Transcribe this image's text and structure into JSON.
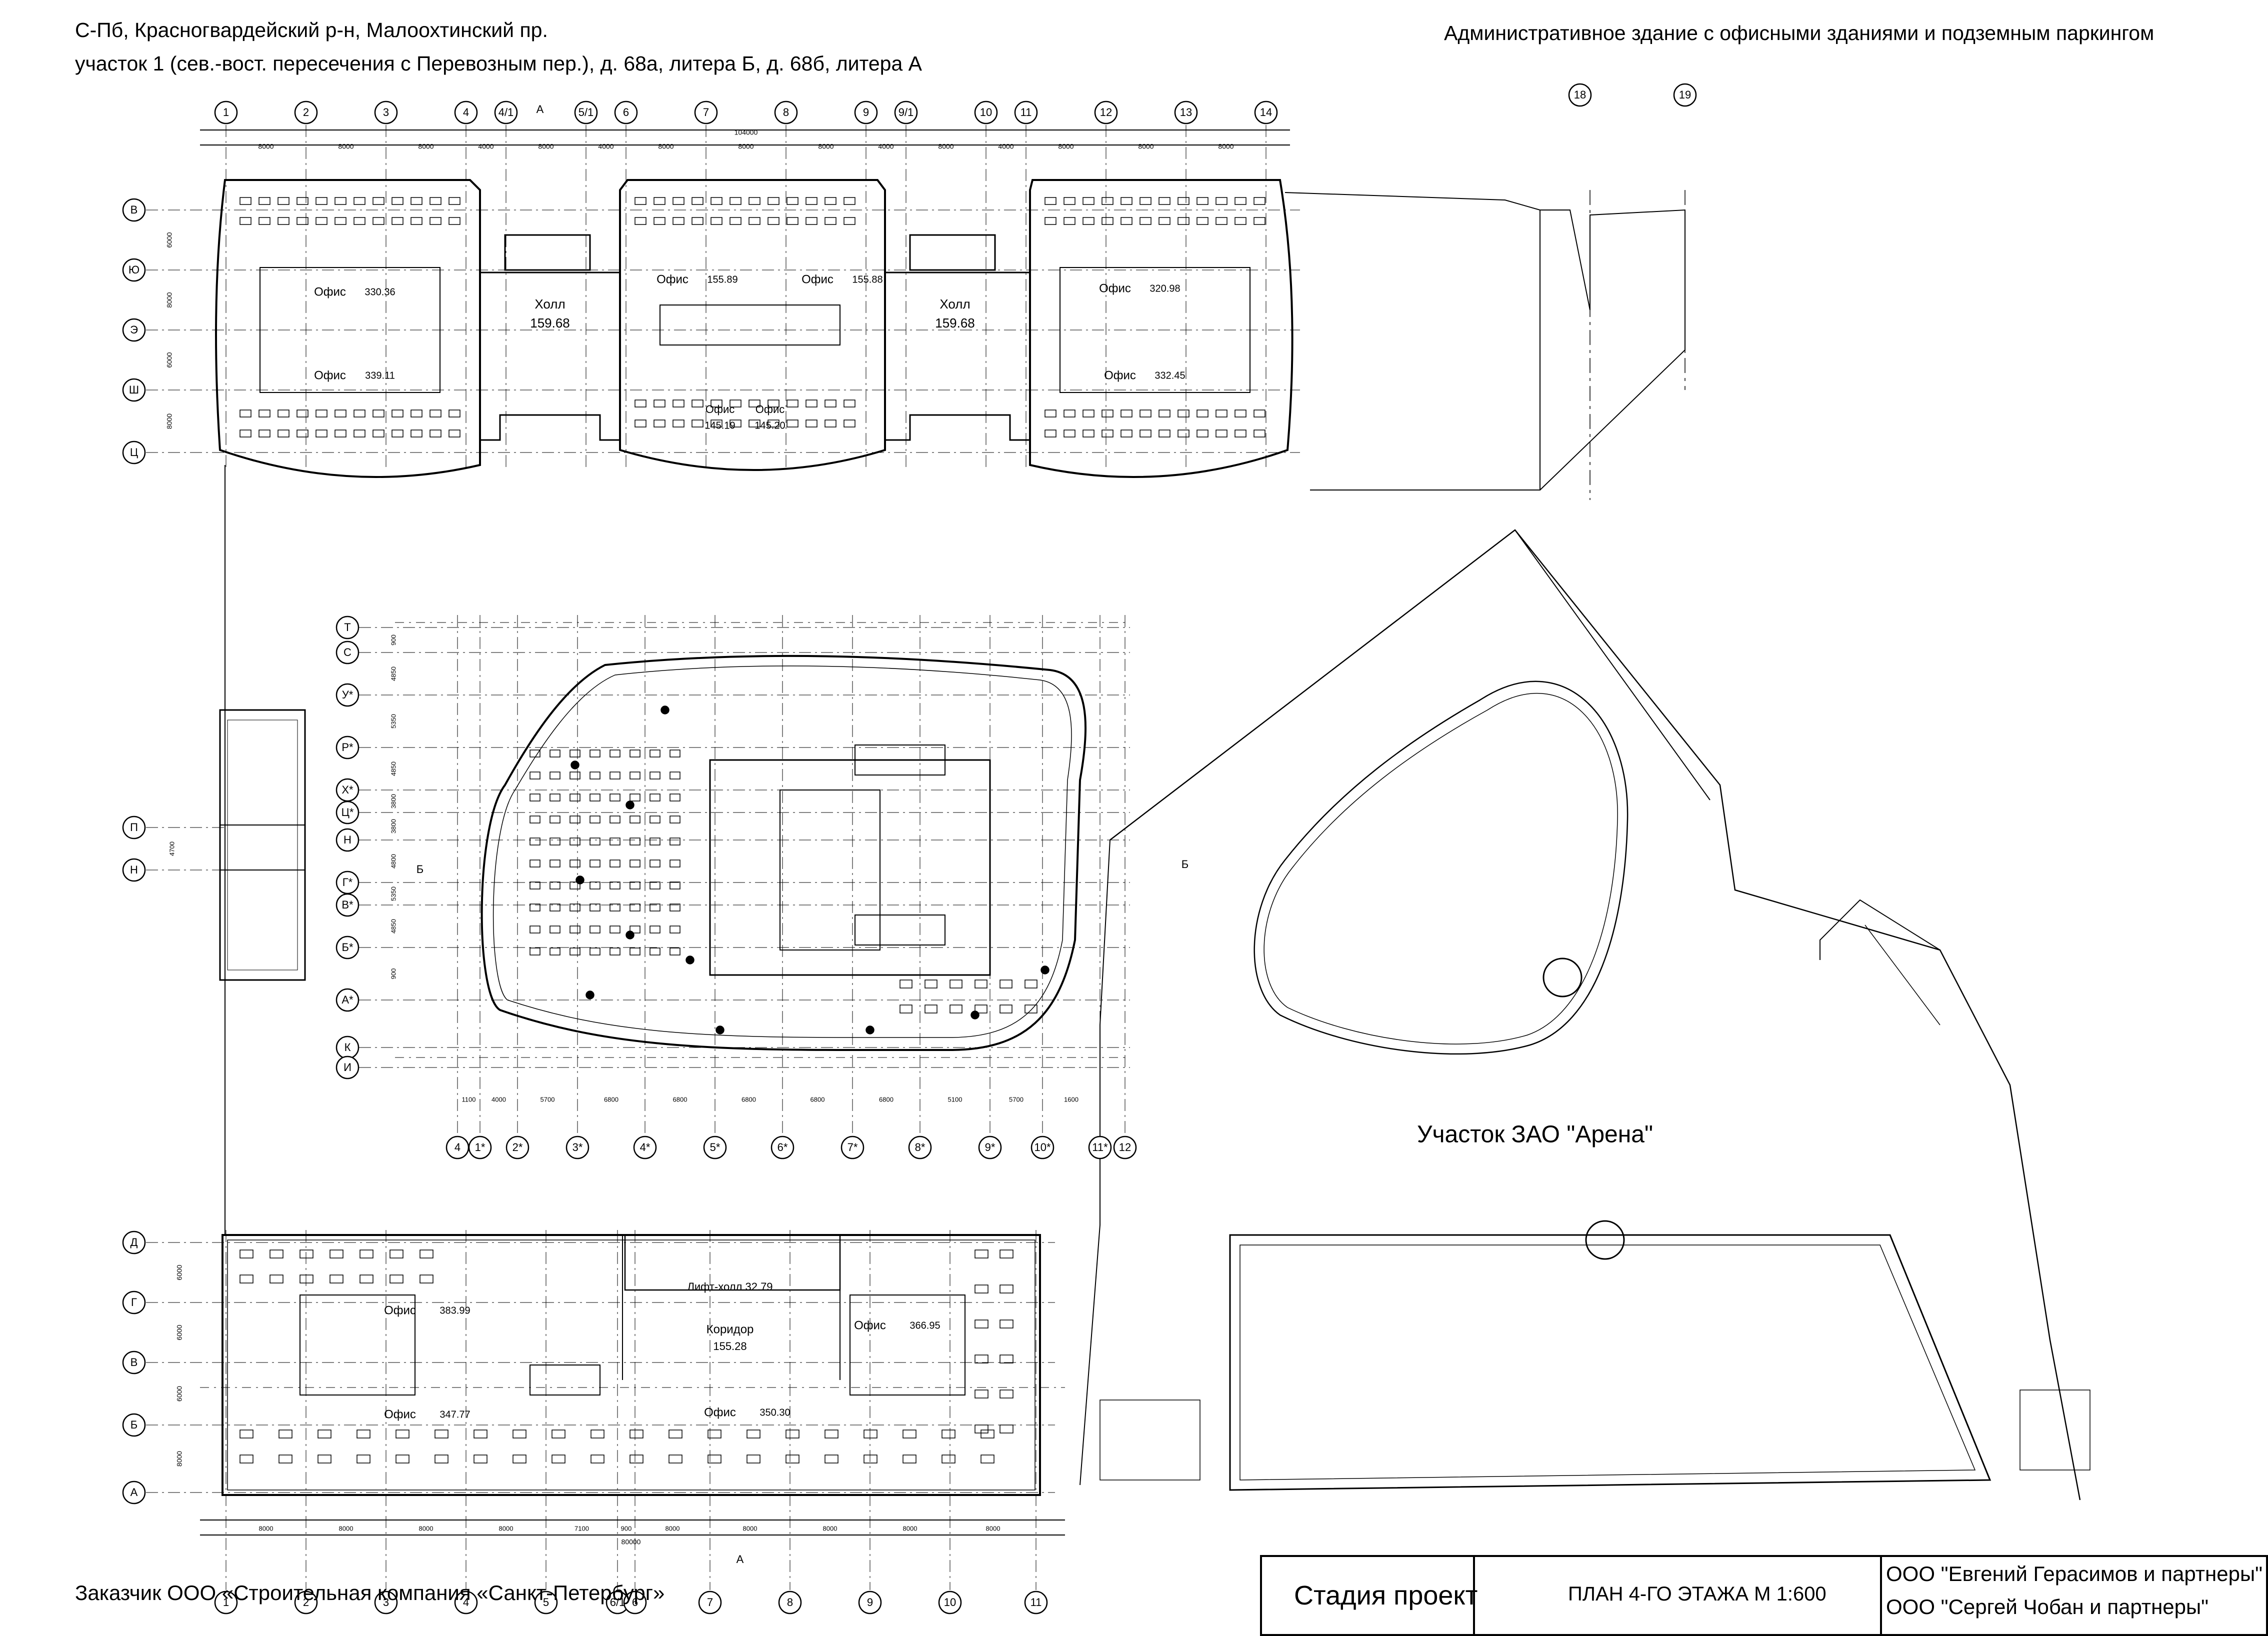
{
  "header": {
    "address_line1": "С-Пб, Красногвардейский р-н, Малоохтинский пр.",
    "address_line2": "участок 1 (сев.-вост. пересечения с Перевозным пер.), д. 68а, литера Б, д. 68б, литера А",
    "project_title": "Административное здание с офисными зданиями и подземным паркингом"
  },
  "plan": {
    "site_label": "Участок ЗАО \"Арена\"",
    "top_axes": [
      "1",
      "2",
      "3",
      "4",
      "4/1",
      "5/1",
      "6",
      "7",
      "8",
      "9",
      "9/1",
      "10",
      "11",
      "12",
      "13",
      "14"
    ],
    "top_dims": [
      "8000",
      "8000",
      "8000",
      "4000",
      "8000",
      "4000",
      "8000",
      "8000",
      "8000",
      "4000",
      "8000",
      "4000",
      "8000",
      "8000",
      "8000"
    ],
    "top_total": "104000",
    "right_axes": [
      "18",
      "19"
    ],
    "top_row_axes": [
      "В",
      "Ю",
      "Э",
      "Ш",
      "Ц"
    ],
    "top_row_dims": [
      "6000",
      "8000",
      "6000",
      "8000"
    ],
    "top_rooms": [
      {
        "name": "Офис",
        "area": "330.36"
      },
      {
        "name": "Офис",
        "area": "339.11"
      },
      {
        "name": "Холл",
        "area": "159.68"
      },
      {
        "name": "Офис",
        "area": "155.89"
      },
      {
        "name": "Офис",
        "area": "155.88"
      },
      {
        "name": "Офис",
        "area": "145.19"
      },
      {
        "name": "Офис",
        "area": "145.20"
      },
      {
        "name": "Холл",
        "area": "159.68"
      },
      {
        "name": "Офис",
        "area": "320.98"
      },
      {
        "name": "Офис",
        "area": "332.45"
      }
    ],
    "mid_axes_left": [
      "Т",
      "С",
      "У*",
      "Р*",
      "Х*",
      "Ц*",
      "Н",
      "Г*",
      "В*",
      "Б*",
      "А*",
      "К",
      "И"
    ],
    "mid_left_dims": [
      "900",
      "4850",
      "5350",
      "4850",
      "3800",
      "3800",
      "4800",
      "5350",
      "4850",
      "900"
    ],
    "mid_axes_bottom": [
      "4",
      "1*",
      "2*",
      "3*",
      "4*",
      "5*",
      "6*",
      "7*",
      "8*",
      "9*",
      "10*",
      "11*",
      "12"
    ],
    "mid_bottom_dims": [
      "1100",
      "4000",
      "5700",
      "6800",
      "6800",
      "6800",
      "6800",
      "6800",
      "5100",
      "5700",
      "1600"
    ],
    "stair_axes": [
      "П",
      "Н"
    ],
    "stair_dim": "4700",
    "bottom_row_axes": [
      "Д",
      "Г",
      "В",
      "Б",
      "А"
    ],
    "bottom_row_dims": [
      "6000",
      "6000",
      "6000",
      "8000"
    ],
    "bottom_axes": [
      "1",
      "2",
      "3",
      "4",
      "5",
      "6/1",
      "6",
      "7",
      "8",
      "9",
      "10",
      "11"
    ],
    "bottom_dims": [
      "8000",
      "8000",
      "8000",
      "8000",
      "7100",
      "900",
      "8000",
      "8000",
      "8000",
      "8000",
      "8000"
    ],
    "bottom_total": "80000",
    "bottom_rooms": [
      {
        "name": "Офис",
        "area": "383.99"
      },
      {
        "name": "Офис",
        "area": "347.77"
      },
      {
        "name": "Лифт-холл",
        "area": "32.79"
      },
      {
        "name": "Коридор",
        "area": "155.28"
      },
      {
        "name": "Офис",
        "area": "366.95"
      },
      {
        "name": "Офис",
        "area": "350.30"
      }
    ],
    "section_marks": [
      "А",
      "Б"
    ]
  },
  "titleblock": {
    "customer": "Заказчик  ООО «Строительная компания «Санкт-Петербург»",
    "stage": "Стадия проект",
    "sheet": "ПЛАН 4-ГО ЭТАЖА М 1:600",
    "firm1": "ООО \"Евгений Герасимов и партнеры\"",
    "firm2": "ООО \"Сергей Чобан и партнеры\""
  }
}
